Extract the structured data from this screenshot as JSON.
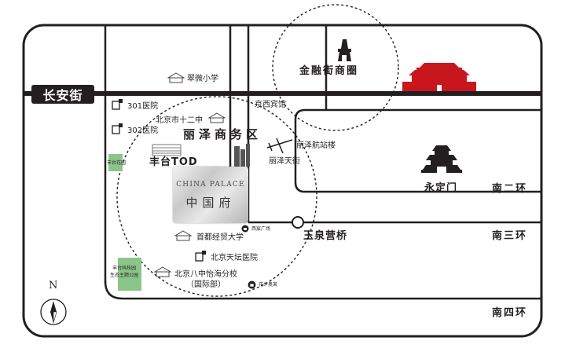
{
  "roads": {
    "changan": "长安街",
    "south_2nd_ring": "南二环",
    "south_3rd_ring": "南三环",
    "south_4th_ring": "南四环"
  },
  "areas": {
    "financial_street": "金融街商圈",
    "lize_business": "丽泽商务区"
  },
  "pois": {
    "cuiwei_primary": "翠微小学",
    "hospital_301": "301医院",
    "hospital_302": "302医院",
    "beijing_no12": "北京市十二中",
    "jingxi_hotel": "京西宾馆",
    "lize_terminal": "丽泽航站楼",
    "lize_tianjie": "丽泽天街",
    "fengtai_tod": "丰台TOD",
    "fengtai_garden": "丰台花园",
    "yongdingmen": "永定门",
    "xidan_square": "西宸广场",
    "yuquanying_bridge": "玉泉营桥",
    "cueb": "首都经贸大学",
    "tiantan_hospital": "北京天坛医院",
    "fengtai_park": "丰台科技园\n生态主题公园",
    "no8_school": "北京八中怡海分校\n（国际部）",
    "huaxiang_mall": "花乡奥莱"
  },
  "project": {
    "name_en": "CHINA PALACE",
    "name_cn": "中国府"
  },
  "compass": {
    "north": "N"
  },
  "colors": {
    "ink": "#231f20",
    "tiananmen_red": "#c8161d",
    "park_green": "#8cc58a",
    "palace_silver": "#c9c9c9"
  },
  "icons": [
    "tiananmen-icon",
    "tower-icon",
    "yongdingmen-gate-icon",
    "school-icon",
    "hospital-icon",
    "building-icon",
    "airplane-icon",
    "shopping-bag-icon",
    "compass-icon"
  ]
}
